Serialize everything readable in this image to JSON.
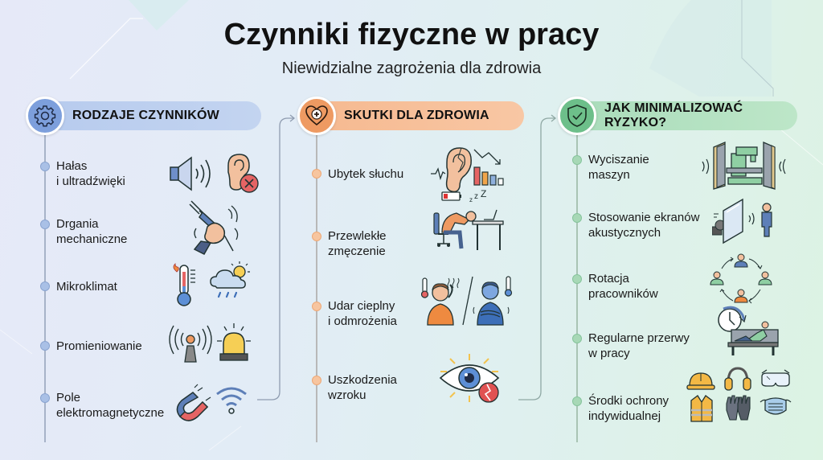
{
  "header": {
    "title": "Czynniki fizyczne w pracy",
    "subtitle": "Niewidzialne zagrożenia dla zdrowia"
  },
  "columns": [
    {
      "title": "RODZAJE CZYNNIKÓW",
      "icon": "gear-icon",
      "accent": "#7d9fdc",
      "items": [
        {
          "label": "Hałas\ni ultradźwięki",
          "icons": [
            "speaker-icon",
            "ear-blocked-icon"
          ]
        },
        {
          "label": "Drgania\nmechaniczne",
          "icons": [
            "vibrating-drill-icon"
          ]
        },
        {
          "label": "Mikroklimat",
          "icons": [
            "thermometer-icon",
            "weather-cloud-icon"
          ]
        },
        {
          "label": "Promieniowanie",
          "icons": [
            "radiation-antenna-icon",
            "warning-beacon-icon"
          ]
        },
        {
          "label": "Pole\nelektromagnetyczne",
          "icons": [
            "magnet-icon",
            "wifi-icon"
          ]
        }
      ]
    },
    {
      "title": "SKUTKI DLA ZDROWIA",
      "icon": "heart-plus-icon",
      "accent": "#ee9a62",
      "items": [
        {
          "label": "Ubytek słuchu",
          "icons": [
            "damaged-ear-icon",
            "declining-chart-icon"
          ]
        },
        {
          "label": "Przewlekłe\nzmęczenie",
          "icons": [
            "tired-worker-icon"
          ]
        },
        {
          "label": "Udar cieplny\ni odmrożenia",
          "icons": [
            "hot-person-icon",
            "cold-person-icon"
          ]
        },
        {
          "label": "Uszkodzenia\nwzroku",
          "icons": [
            "damaged-eye-icon"
          ]
        }
      ]
    },
    {
      "title": "JAK MINIMALIZOWAĆ RYZYKO?",
      "icon": "shield-check-icon",
      "accent": "#6dbf8a",
      "items": [
        {
          "label": "Wyciszanie\nmaszyn",
          "icons": [
            "enclosed-machine-icon"
          ]
        },
        {
          "label": "Stosowanie ekranów\nakustycznych",
          "icons": [
            "acoustic-screen-icon"
          ]
        },
        {
          "label": "Rotacja\npracowników",
          "icons": [
            "worker-rotation-icon"
          ]
        },
        {
          "label": "Regularne przerwy\nw pracy",
          "icons": [
            "break-clock-icon"
          ]
        },
        {
          "label": "Środki ochrony\nindywidualnej",
          "icons": [
            "hard-hat-icon",
            "ear-muffs-icon",
            "goggles-icon",
            "safety-vest-icon",
            "gloves-icon",
            "face-mask-icon"
          ]
        }
      ]
    }
  ]
}
